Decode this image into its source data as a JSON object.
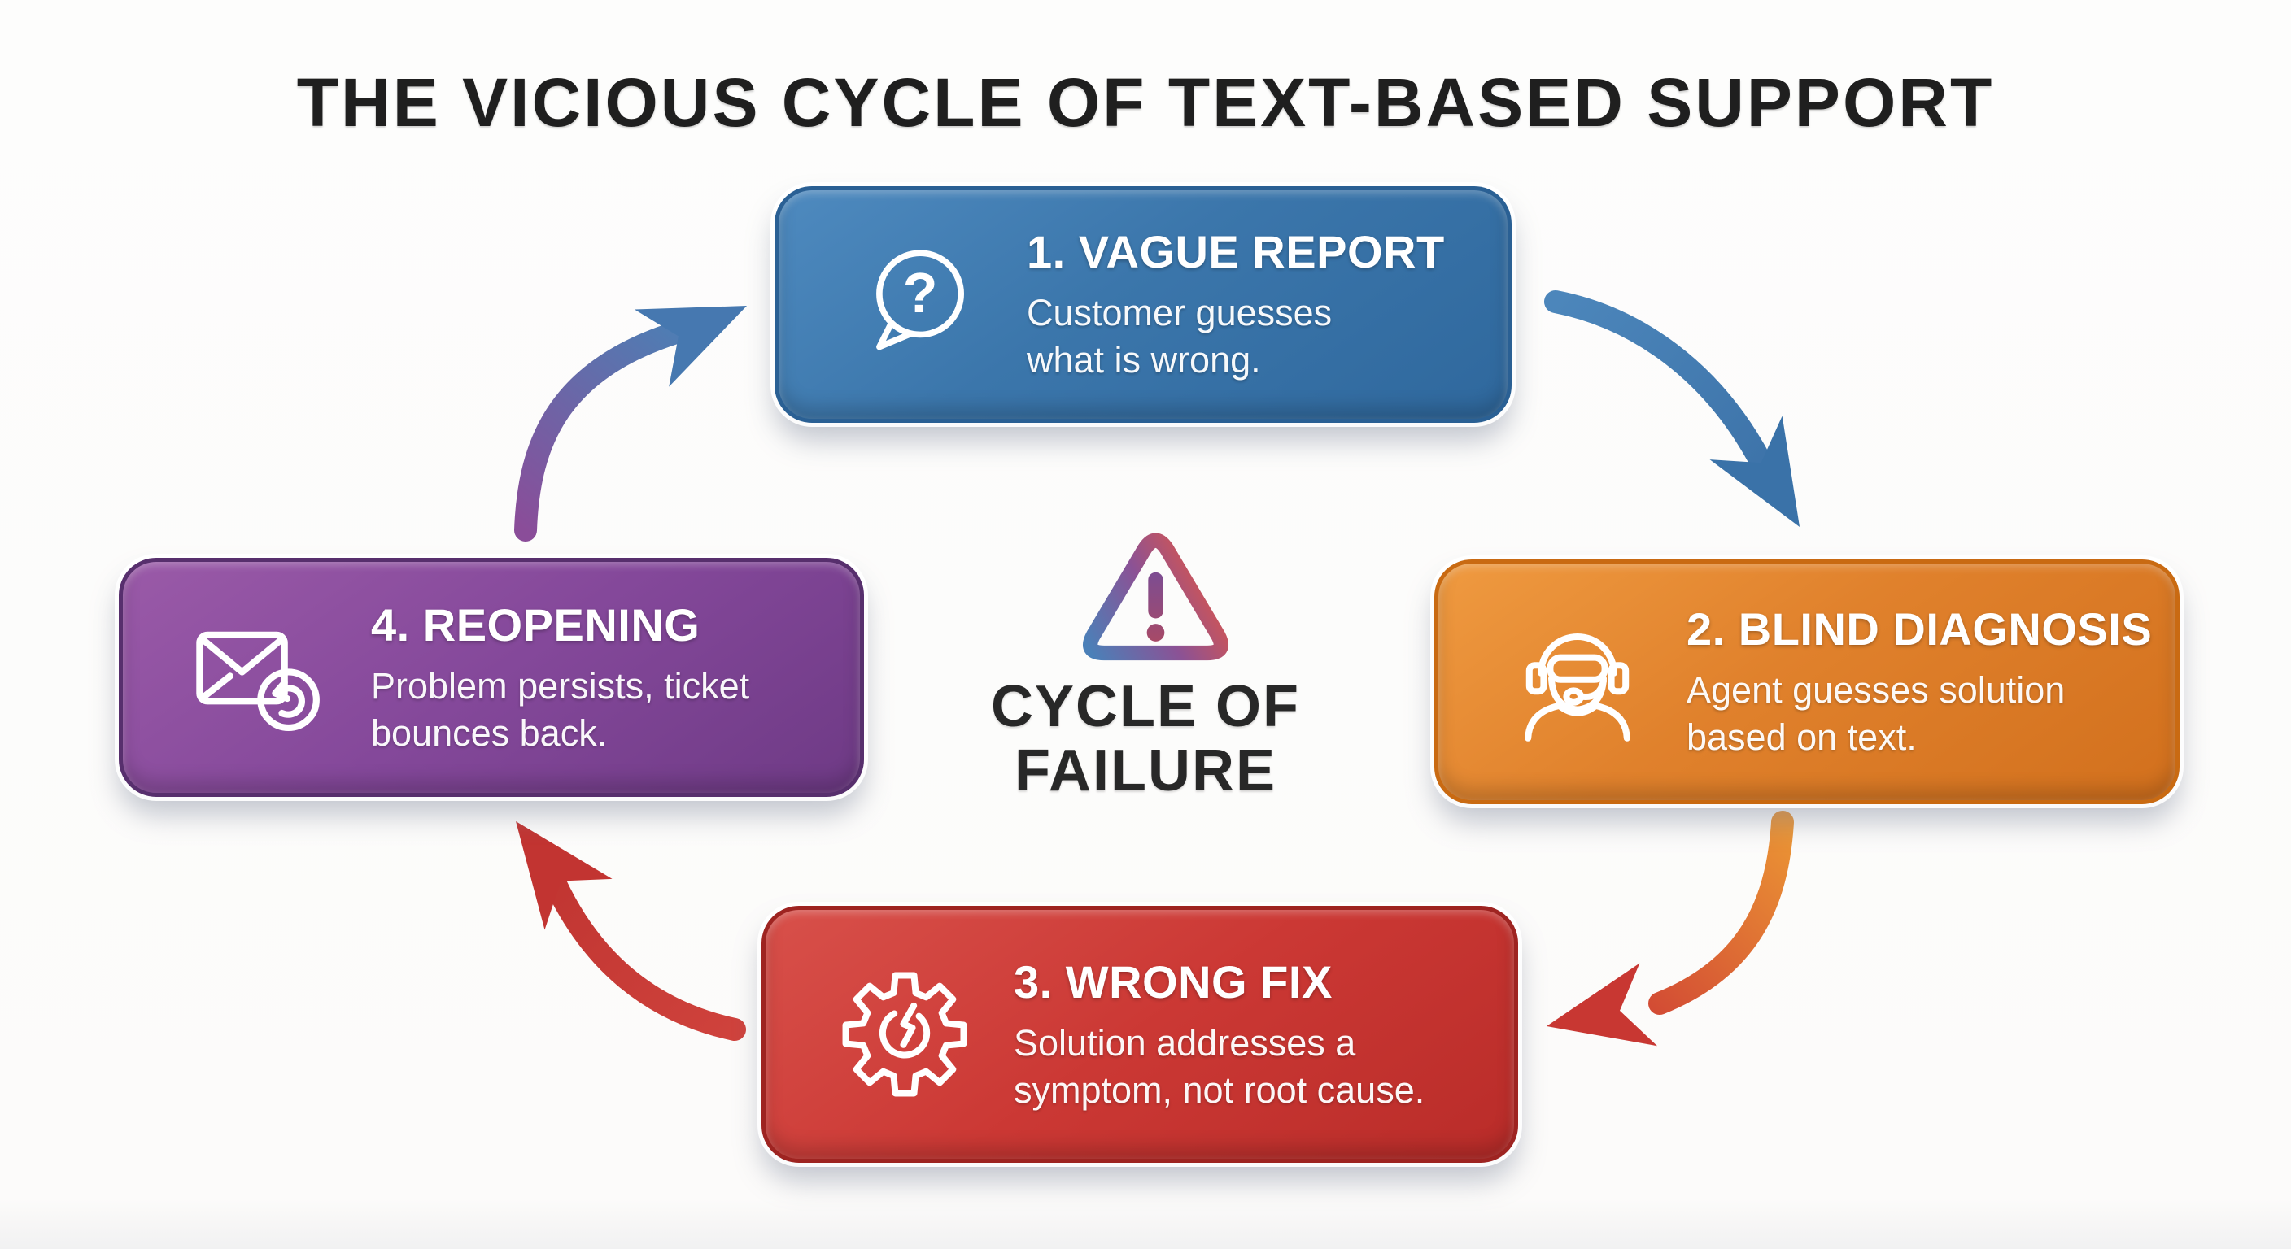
{
  "title": "THE VICIOUS CYCLE OF TEXT-BASED SUPPORT",
  "center": {
    "warning_icon": "warning-triangle-icon",
    "label_line1": "CYCLE OF",
    "label_line2": "FAILURE"
  },
  "steps": [
    {
      "heading": "1. VAGUE REPORT",
      "body_line1": "Customer guesses",
      "body_line2": "what is wrong.",
      "icon": "question-speech-bubble-icon",
      "icon_glyph": "?",
      "color": "#3b76ab"
    },
    {
      "heading": "2. BLIND DIAGNOSIS",
      "body_line1": "Agent guesses solution",
      "body_line2": "based on text.",
      "icon": "support-agent-headset-icon",
      "color": "#e0812c"
    },
    {
      "heading": "3. WRONG FIX",
      "body_line1": "Solution addresses a",
      "body_line2": "symptom, not root cause.",
      "icon": "broken-gear-icon",
      "color": "#cb3834"
    },
    {
      "heading": "4. REOPENING",
      "body_line1": "Problem persists, ticket",
      "body_line2": "bounces back.",
      "icon": "email-return-icon",
      "color": "#84489a"
    }
  ],
  "arrows": [
    {
      "name": "arrow-step1-to-step2",
      "color_start": "#4c86bb",
      "color_end": "#3a6fa5"
    },
    {
      "name": "arrow-step2-to-step3",
      "color_start": "#eb9434",
      "color_end": "#cd3b34"
    },
    {
      "name": "arrow-step3-to-step4",
      "color_start": "#cf423c",
      "color_end": "#bd322f"
    },
    {
      "name": "arrow-step4-to-step1",
      "color_start": "#8a4d99",
      "color_end": "#4b80b5"
    }
  ],
  "colors": {
    "background": "#fdfcfb",
    "title_text": "#1f1f1f",
    "center_text": "#282828",
    "triangle_gradient": [
      "#4b80b8",
      "#8b5295",
      "#e35543"
    ]
  }
}
